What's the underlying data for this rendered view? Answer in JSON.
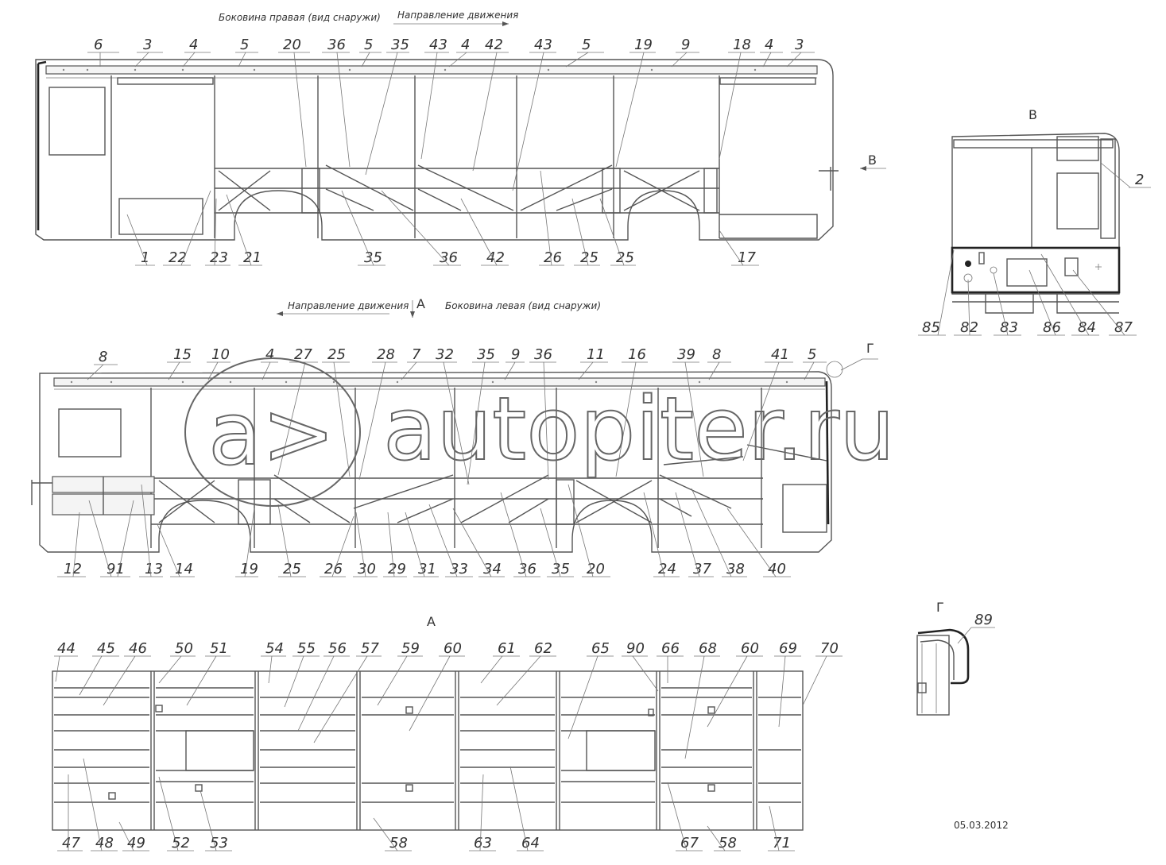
{
  "captions": {
    "right_side": "Боковина правая (вид снаружи)",
    "left_side": "Боковина левая (вид снаружи)",
    "direction": "Направление движения"
  },
  "view_labels": {
    "A": "А",
    "B": "В",
    "G": "Г"
  },
  "date": "05.03.2012",
  "watermark": "autopiter.ru",
  "callouts_right_top": [
    "6",
    "3",
    "4",
    "5",
    "20",
    "36",
    "5",
    "35",
    "43",
    "4",
    "42",
    "43",
    "5",
    "19",
    "9",
    "18",
    "4",
    "3"
  ],
  "callouts_right_bottom": [
    "1",
    "22",
    "23",
    "21",
    "35",
    "36",
    "42",
    "26",
    "25",
    "25",
    "17"
  ],
  "callouts_left_top": [
    "8",
    "15",
    "10",
    "4",
    "27",
    "25",
    "28",
    "7",
    "32",
    "35",
    "9",
    "36",
    "11",
    "16",
    "39",
    "8",
    "41",
    "5"
  ],
  "callouts_left_bottom": [
    "12",
    "91",
    "13",
    "14",
    "19",
    "25",
    "26",
    "30",
    "29",
    "31",
    "33",
    "34",
    "36",
    "35",
    "20",
    "24",
    "37",
    "38",
    "40"
  ],
  "callouts_view_b": [
    "85",
    "82",
    "83",
    "86",
    "84",
    "87"
  ],
  "callout_view_b_side": "2",
  "callouts_a_top": [
    "44",
    "45",
    "46",
    "50",
    "51",
    "54",
    "55",
    "56",
    "57",
    "59",
    "60",
    "61",
    "62",
    "65",
    "90",
    "66",
    "68",
    "60",
    "69",
    "70"
  ],
  "callouts_a_bottom": [
    "47",
    "48",
    "49",
    "52",
    "53",
    "58",
    "63",
    "64",
    "67",
    "58",
    "71"
  ],
  "callout_g": "89"
}
